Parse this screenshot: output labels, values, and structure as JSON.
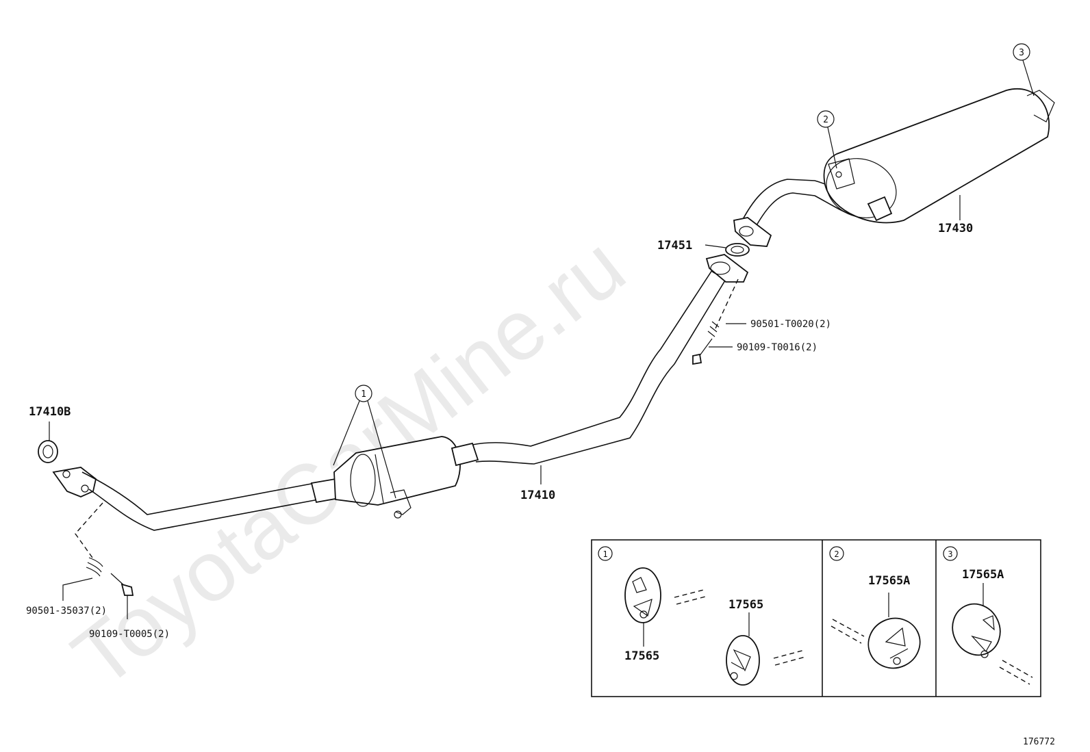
{
  "watermark": "ToyotaCarMine.ru",
  "diagram_id": "176772",
  "parts": {
    "gasket_front": "17410B",
    "front_pipe": "17410",
    "gasket_mid": "17451",
    "muffler": "17430",
    "spring_front": "90501-35037(2)",
    "bolt_front": "90109-T0005(2)",
    "spring_mid": "90501-T0020(2)",
    "bolt_mid": "90109-T0016(2)"
  },
  "callouts": {
    "c1": "1",
    "c2": "2",
    "c3": "3"
  },
  "legend": {
    "panel1": {
      "index": "1",
      "part_a": "17565",
      "part_b": "17565"
    },
    "panel2": {
      "index": "2",
      "part": "17565A"
    },
    "panel3": {
      "index": "3",
      "part": "17565A"
    }
  }
}
